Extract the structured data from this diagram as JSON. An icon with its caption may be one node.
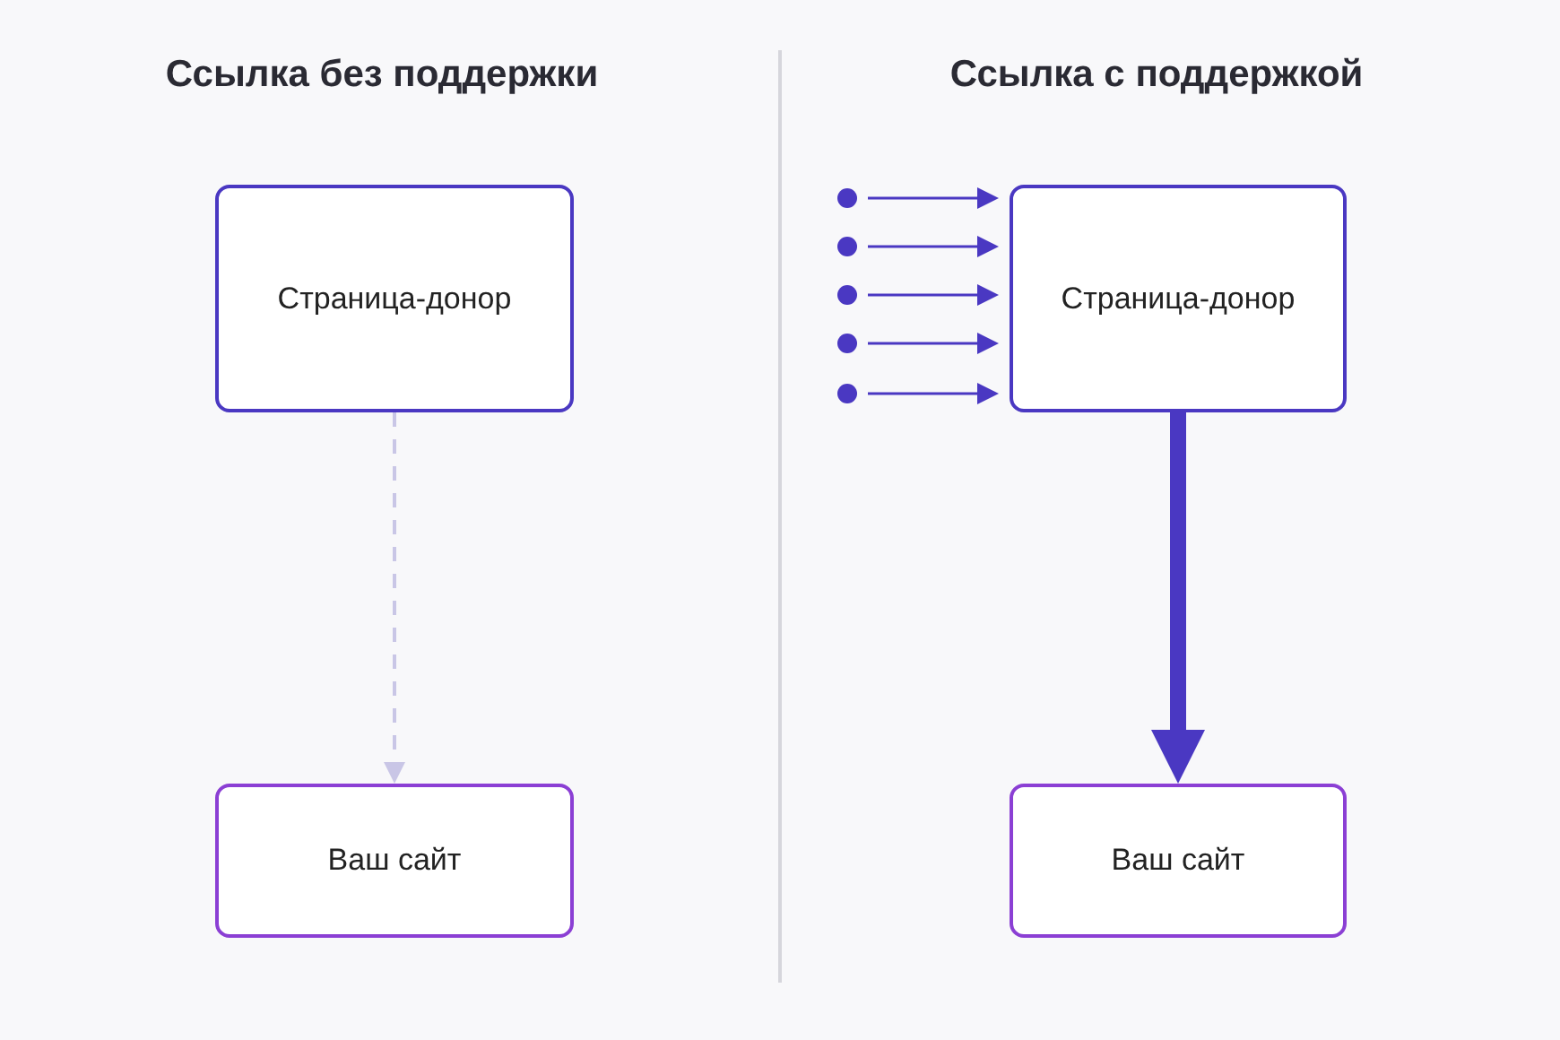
{
  "diagram": {
    "nodes": [
      {
        "text": [
          "Страница-донор"
        ]
      },
      {
        "text": [
          "Ваш сайт"
        ]
      },
      {
        "text": [
          "Страница-донор"
        ]
      },
      {
        "text": [
          "Ваш сайт"
        ]
      },
      {
        "text": [],
        "shape": "circle"
      },
      {
        "text": [],
        "shape": "circle"
      },
      {
        "text": [],
        "shape": "circle"
      },
      {
        "text": [],
        "shape": "circle"
      },
      {
        "text": [],
        "shape": "circle"
      }
    ],
    "edges": [
      {
        "from": 0,
        "to": 1,
        "arrow": "to",
        "style": "dashed",
        "color": "#c9c6e6"
      },
      {
        "from": 4,
        "to": 2,
        "arrow": "to"
      },
      {
        "from": 5,
        "to": 2,
        "arrow": "to"
      },
      {
        "from": 6,
        "to": 2,
        "arrow": "to"
      },
      {
        "from": 7,
        "to": 2,
        "arrow": "to"
      },
      {
        "from": 8,
        "to": 2,
        "arrow": "to"
      },
      {
        "from": 2,
        "to": 3,
        "arrow": "to",
        "style": "thick"
      }
    ],
    "labels": [
      "Ссылка без поддержки",
      "Ссылка с поддержкой"
    ]
  }
}
